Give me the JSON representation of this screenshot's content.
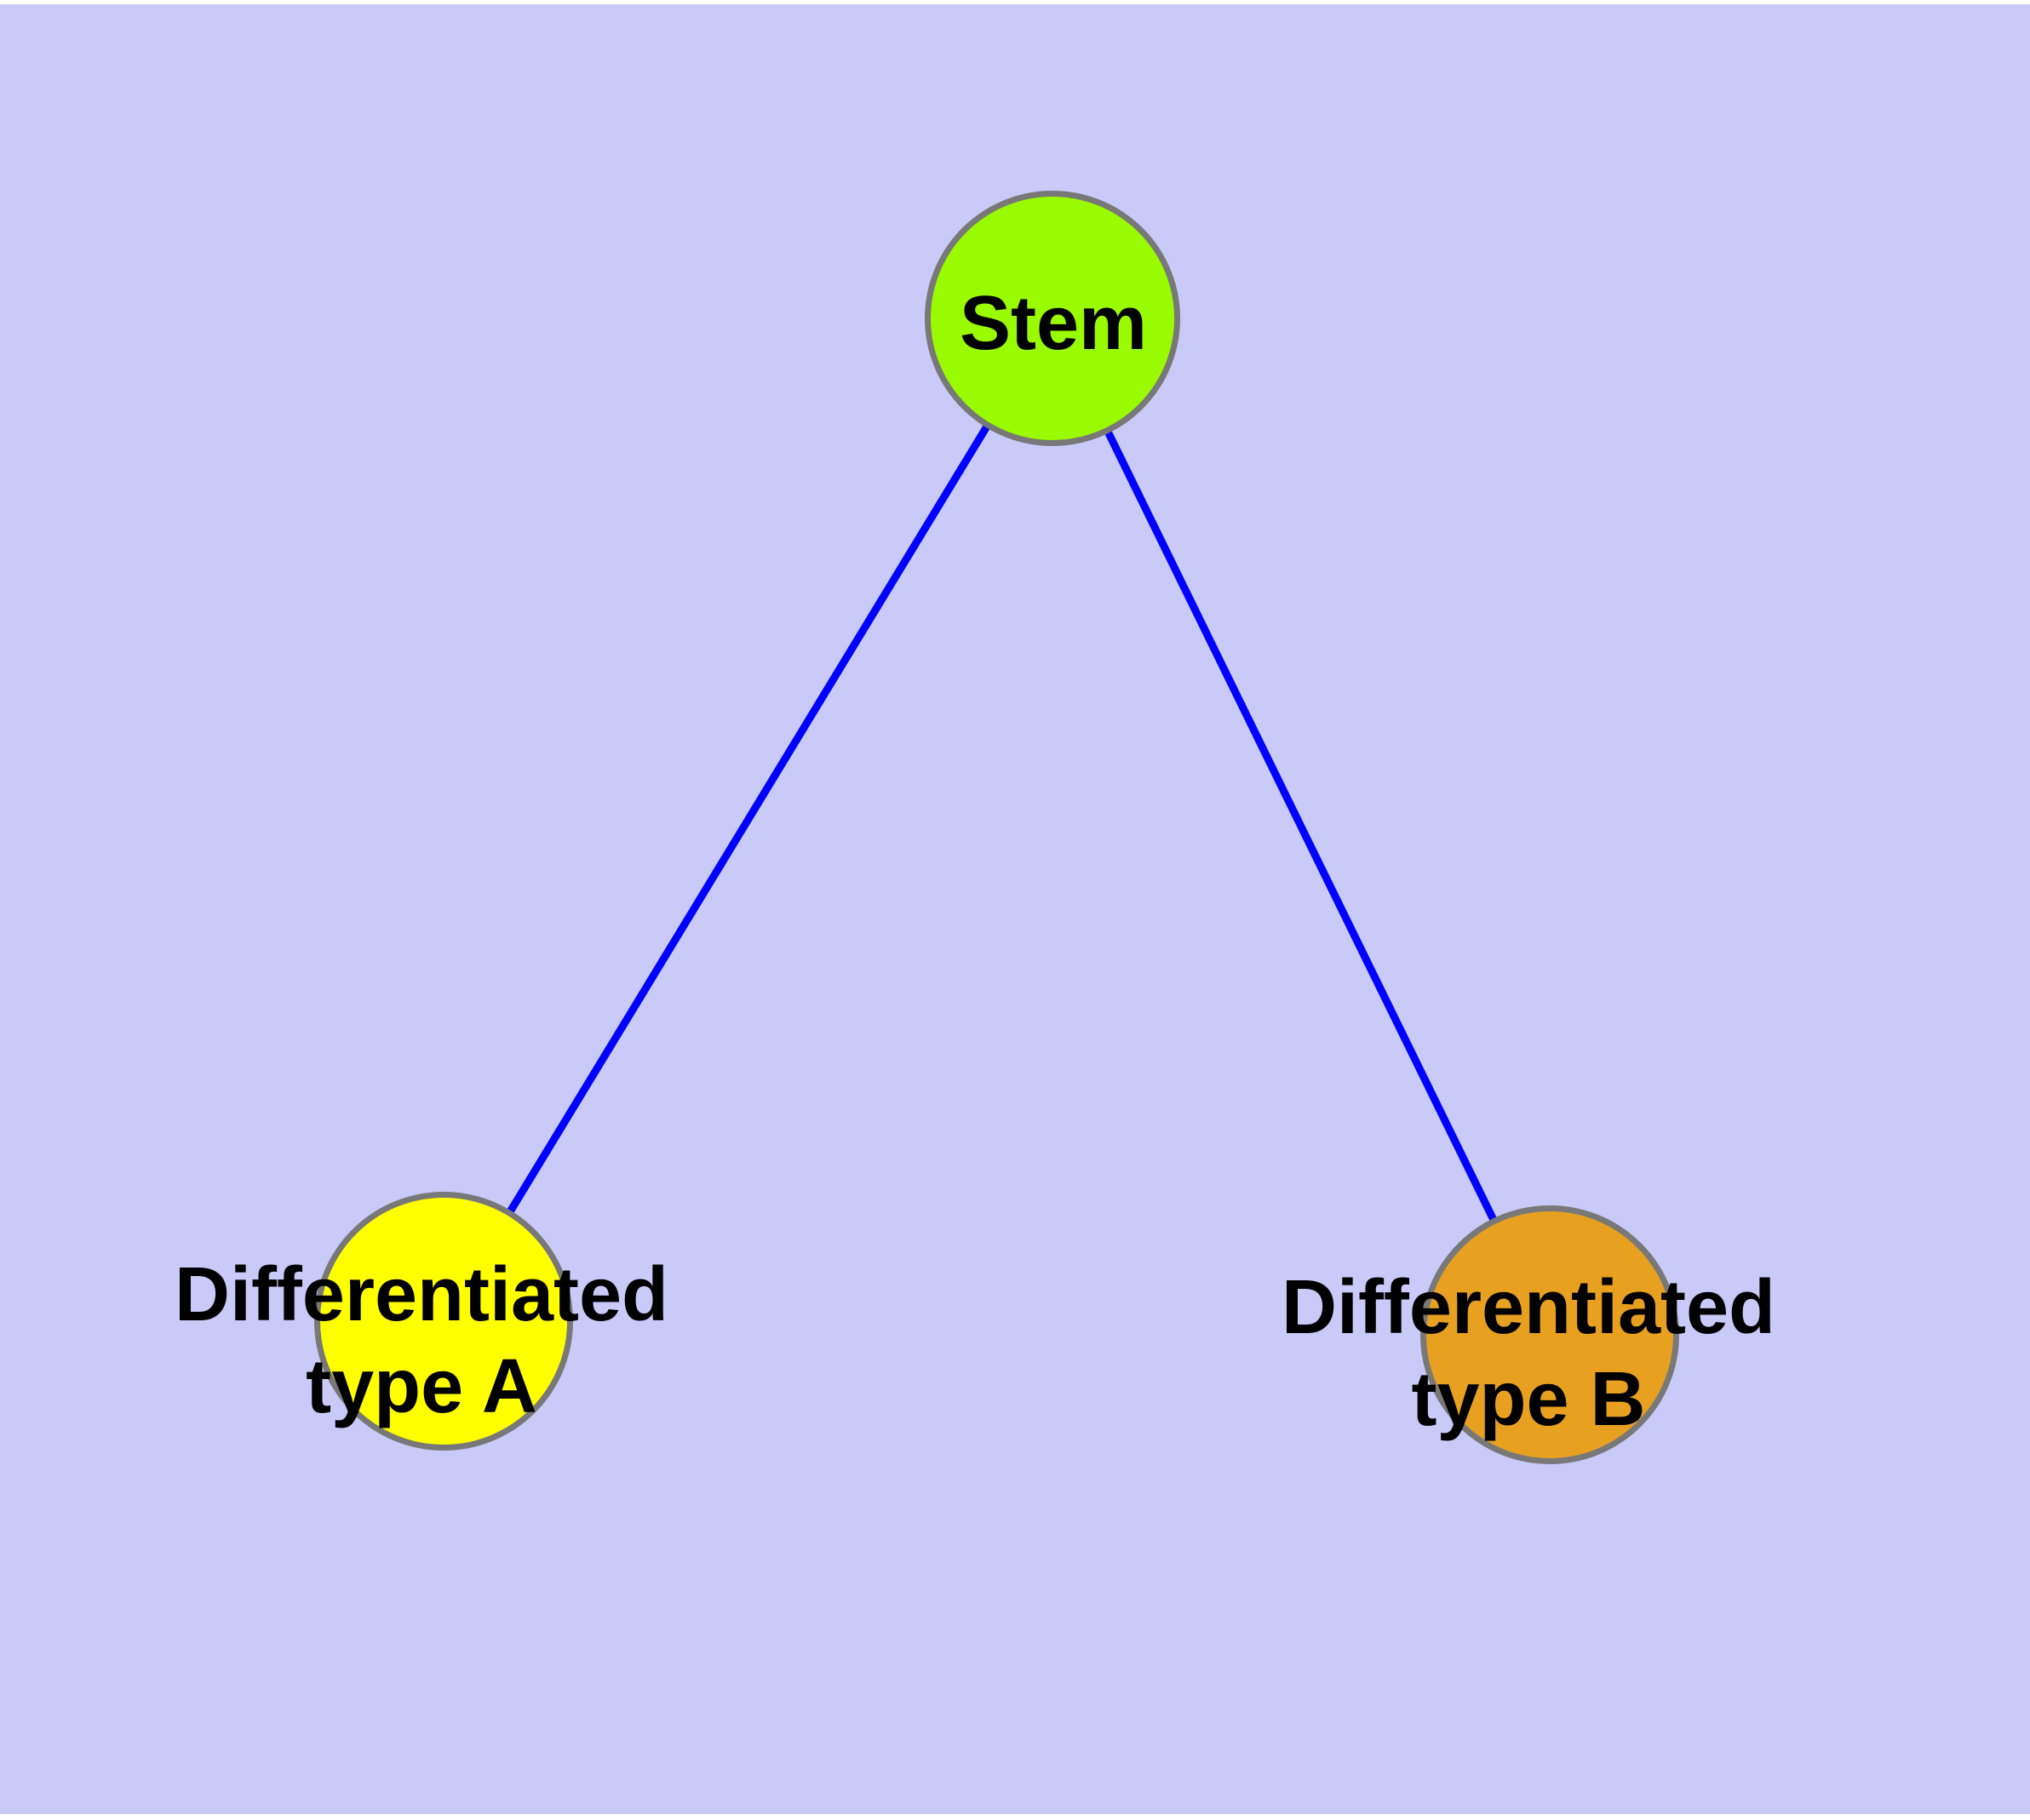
{
  "diagram": {
    "type": "graph",
    "background_color": "#CACAF8",
    "edge_color": "#0000FF",
    "node_border_color": "#787878",
    "label_color": "#000000",
    "nodes": [
      {
        "id": "stem",
        "label": "Stem",
        "label_lines": [
          "Stem"
        ],
        "color": "#9AFA00"
      },
      {
        "id": "differentiated-type-a",
        "label": "Differentiated type A",
        "label_lines": [
          "Differentiated",
          "type A"
        ],
        "color": "#FFFF00"
      },
      {
        "id": "differentiated-type-b",
        "label": "Differentiated type B",
        "label_lines": [
          "Differentiated",
          "type B"
        ],
        "color": "#E8A020"
      }
    ],
    "edges": [
      {
        "source": "Stem",
        "target": "Differentiated type A"
      },
      {
        "source": "Stem",
        "target": "Differentiated type B"
      }
    ]
  }
}
